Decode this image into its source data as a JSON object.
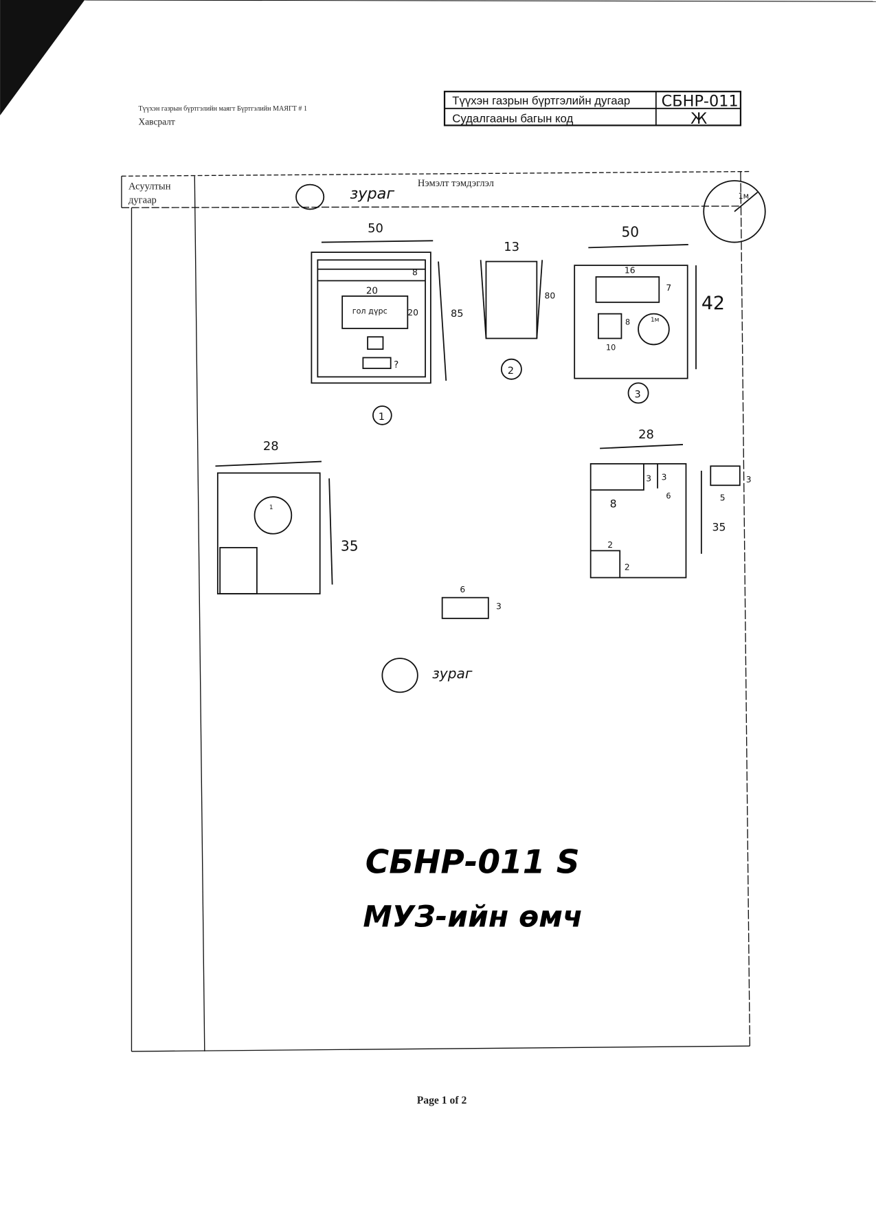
{
  "header": {
    "form_title": "Түүхэн газрын бүртгэлийн маягт Бүртгэлийн МАЯГТ # 1",
    "attachment": "Хавсралт"
  },
  "id_table": {
    "rows": [
      {
        "label": "Түүхэн газрын бүртгэлийн дугаар",
        "value": "СБНР-011"
      },
      {
        "label": "Судалгааны багын код",
        "value": "Ж"
      }
    ]
  },
  "main_table": {
    "col1_header": [
      "Асуултын",
      "дугаар"
    ],
    "col2_header": "Нэмэлт тэмдэглэл"
  },
  "sketch": {
    "top_note": "зураг",
    "bottom_note": "зураг",
    "fig1": {
      "width": "50",
      "height": "85",
      "band": "8",
      "inner_w": "20",
      "inner_h": "20",
      "inner_label": "гол дүрс",
      "question": "?",
      "number": "1"
    },
    "fig2": {
      "width": "13",
      "height": "80",
      "number": "2"
    },
    "fig3": {
      "width": "50",
      "height": "42",
      "rect_w": "16",
      "rect_h": "7",
      "square_w": "10",
      "square_h": "8",
      "circle": "1м",
      "number": "3"
    },
    "fig4": {
      "width": "28",
      "height": "35",
      "circle": "1"
    },
    "fig5": {
      "width": "28",
      "height": "35",
      "a": "3",
      "b": "3",
      "c": "6",
      "d": "8",
      "e": "2",
      "f": "2",
      "side_w": "5",
      "side_h": "3"
    },
    "small_rect": {
      "width": "6",
      "height": "3"
    },
    "corner_circle": "1м"
  },
  "stamp": {
    "line1": "СБНР-011 S",
    "line2": "МУЗ-ийн өмч"
  },
  "footer": {
    "page": "Page 1 of 2"
  }
}
